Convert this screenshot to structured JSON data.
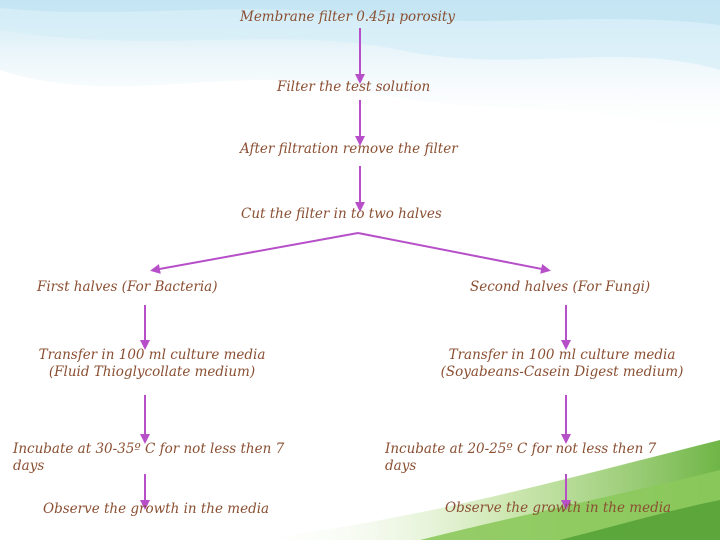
{
  "colors": {
    "text": "#8a4f32",
    "arrow": "#b64fc8",
    "sky_blue": "#c9e6f3",
    "sky_light": "#e7f4fa",
    "grass_dark": "#5aa43a",
    "grass_light": "#9bd06c"
  },
  "flow": {
    "step1": "Membrane filter 0.45μ porosity",
    "step2": "Filter the test solution",
    "step3": "After filtration remove the filter",
    "step4": "Cut the filter  in to two halves",
    "left": {
      "title": "First halves (For Bacteria)",
      "transfer_line1": "Transfer in 100 ml culture media",
      "transfer_line2": "(Fluid Thioglycollate medium)",
      "incubate_line1": "Incubate at 30-35º C for  not less then 7",
      "incubate_line2": "days",
      "observe": "Observe the growth  in the media"
    },
    "right": {
      "title": "Second halves (For Fungi)",
      "transfer_line1": "Transfer in 100 ml culture media",
      "transfer_line2": "(Soyabeans-Casein Digest medium)",
      "incubate_line1": "Incubate at 20-25º C for  not less then 7",
      "incubate_line2": "days",
      "observe": "Observe the growth  in the media"
    }
  }
}
